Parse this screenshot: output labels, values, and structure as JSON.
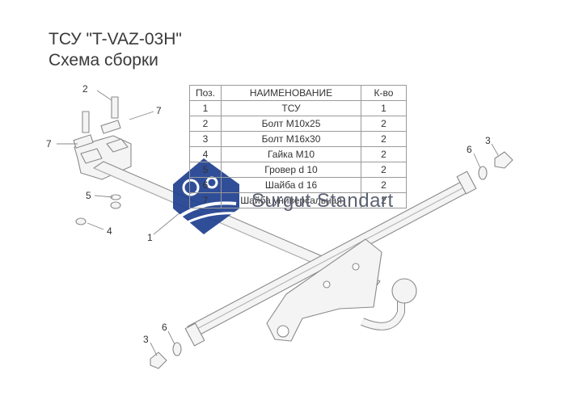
{
  "header": {
    "title": "ТСУ \"T-VAZ-03H\"",
    "subtitle": "Схема сборки"
  },
  "parts_table": {
    "columns": [
      "Поз.",
      "НАИМЕНОВАНИЕ",
      "К-во"
    ],
    "rows": [
      [
        "1",
        "ТСУ",
        "1"
      ],
      [
        "2",
        "Болт М10х25",
        "2"
      ],
      [
        "3",
        "Болт М16х30",
        "2"
      ],
      [
        "4",
        "Гайка М10",
        "2"
      ],
      [
        "5",
        "Гровер d 10",
        "2"
      ],
      [
        "6",
        "Шайба d 16",
        "2"
      ],
      [
        "7",
        "Шайба универсальная",
        "2"
      ]
    ]
  },
  "callouts": {
    "c1": "1",
    "c2": "2",
    "c3_right": "3",
    "c3_left": "3",
    "c4": "4",
    "c5": "5",
    "c6_right": "6",
    "c6_left": "6",
    "c7_left": "7",
    "c7_right": "7"
  },
  "watermark": {
    "text": "Surgut Standart"
  },
  "colors": {
    "line": "#8a8a8a",
    "metal_fill": "#f2f2f2",
    "logo_blue": "#1e3f8f"
  }
}
